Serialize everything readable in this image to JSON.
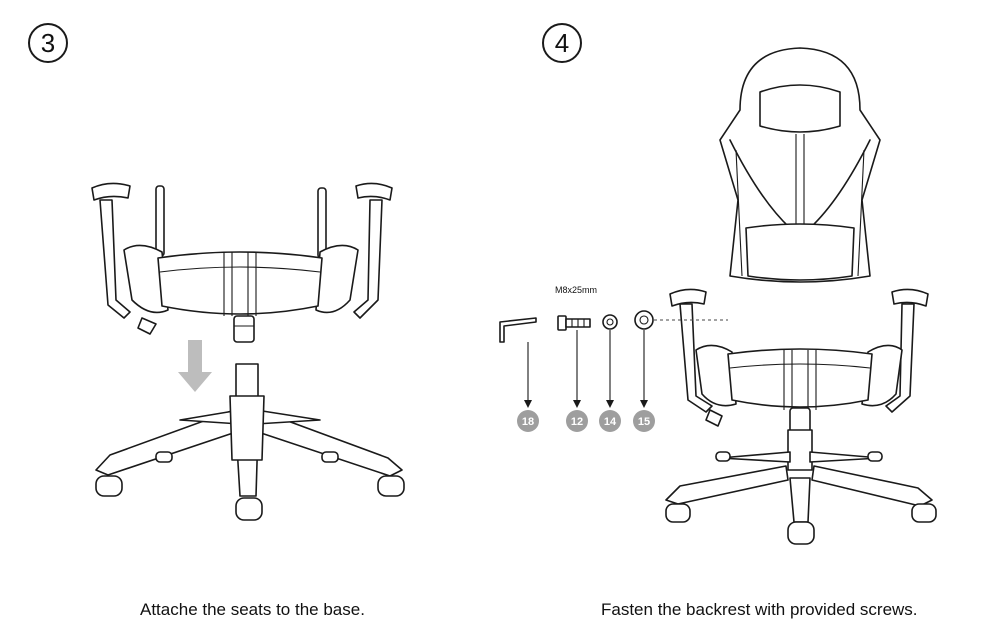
{
  "steps": [
    {
      "number": "3",
      "caption": "Attache the seats to the base."
    },
    {
      "number": "4",
      "caption": "Fasten the backrest with provided screws."
    }
  ],
  "hardware": {
    "screw_size": "M8x25mm",
    "parts": [
      {
        "number": "18",
        "icon": "allen-key-icon"
      },
      {
        "number": "12",
        "icon": "bolt-icon"
      },
      {
        "number": "14",
        "icon": "lock-washer-icon"
      },
      {
        "number": "15",
        "icon": "flat-washer-icon"
      }
    ]
  },
  "colors": {
    "line": "#1a1a1a",
    "arrow": "#bdbdbd",
    "part_badge": "#9e9e9e"
  }
}
